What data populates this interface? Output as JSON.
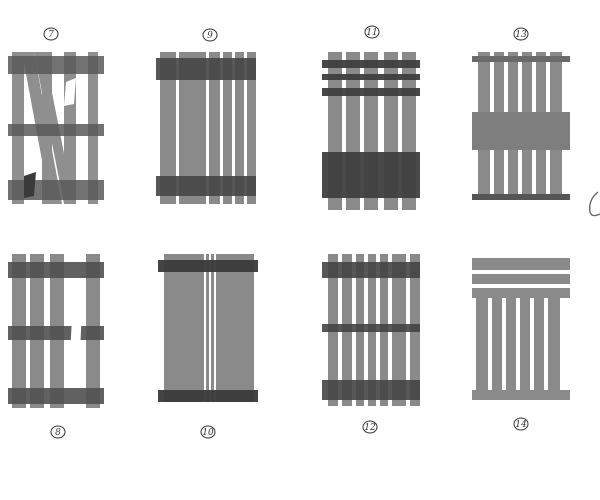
{
  "sheet": {
    "background": "#ffffff",
    "plank_color": "#8a8a8a",
    "shade_color": "#404040"
  },
  "sketches": [
    {
      "id": "s7",
      "label": "7",
      "description_icon": "crate-diagonal-braced-icon"
    },
    {
      "id": "s9",
      "label": "9",
      "description_icon": "crate-vertical-slats-icon"
    },
    {
      "id": "s11",
      "label": "11",
      "description_icon": "crate-top-stripes-icon"
    },
    {
      "id": "s13",
      "label": "13",
      "description_icon": "crate-center-band-icon"
    },
    {
      "id": "s8",
      "label": "8",
      "description_icon": "crate-three-rails-icon"
    },
    {
      "id": "s10",
      "label": "10",
      "description_icon": "crate-wide-panel-icon"
    },
    {
      "id": "s12",
      "label": "12",
      "description_icon": "crate-dense-slats-icon"
    },
    {
      "id": "s14",
      "label": "14",
      "description_icon": "crate-top-board-icon"
    }
  ]
}
